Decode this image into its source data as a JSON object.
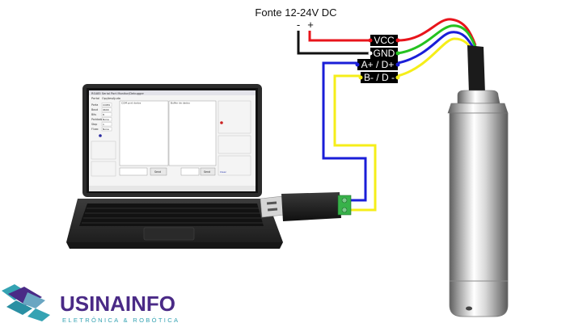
{
  "power": {
    "title": "Fonte 12-24V DC",
    "minus": "-",
    "plus": "+"
  },
  "terminals": [
    {
      "label": "VCC"
    },
    {
      "label": "GND"
    },
    {
      "label": "A+ / D+"
    },
    {
      "label": "B- / D -"
    }
  ],
  "wire_colors": {
    "red": "#e8141b",
    "green": "#25c21f",
    "blue": "#1a1ed8",
    "yellow": "#f5ee19",
    "black": "#111111"
  },
  "laptop_screen": {
    "app_title": "RS485 Serial Port Monitor/Debugger",
    "menu": [
      "Portal",
      "Opções",
      "Ajuda"
    ],
    "left_labels": [
      "Porta",
      "Baud",
      "Bits",
      "Paridade",
      "Stop",
      "Fluxo"
    ],
    "left_values": [
      "COM4",
      "9600",
      "8",
      "None",
      "1",
      "None"
    ],
    "pane_left_title": "COM port dados",
    "pane_right_title": "Buffer de dados",
    "send_label": "Send",
    "clear_label": "Clear"
  },
  "brand": {
    "name": "USINAINFO",
    "tagline": "ELETRÔNICA & ROBÓTICA",
    "accent": "#4a2a86",
    "teal": "#35a3b3"
  }
}
